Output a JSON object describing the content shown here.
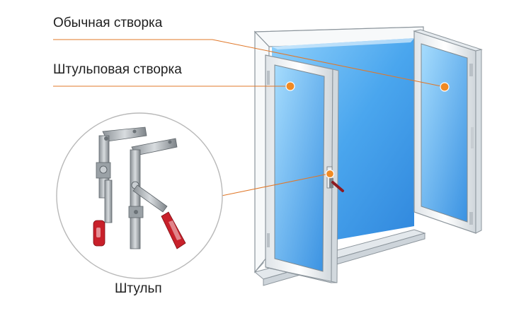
{
  "labels": {
    "normal_sash": "Обычная створка",
    "shtulp_sash": "Штульповая створка",
    "shtulp": "Штульп"
  },
  "colors": {
    "leader_line": "#e0782a",
    "marker": "#f08a24",
    "glass": "#5fb2ef",
    "frame": "#f4f6f7",
    "hardware_tip": "#c8202a"
  }
}
